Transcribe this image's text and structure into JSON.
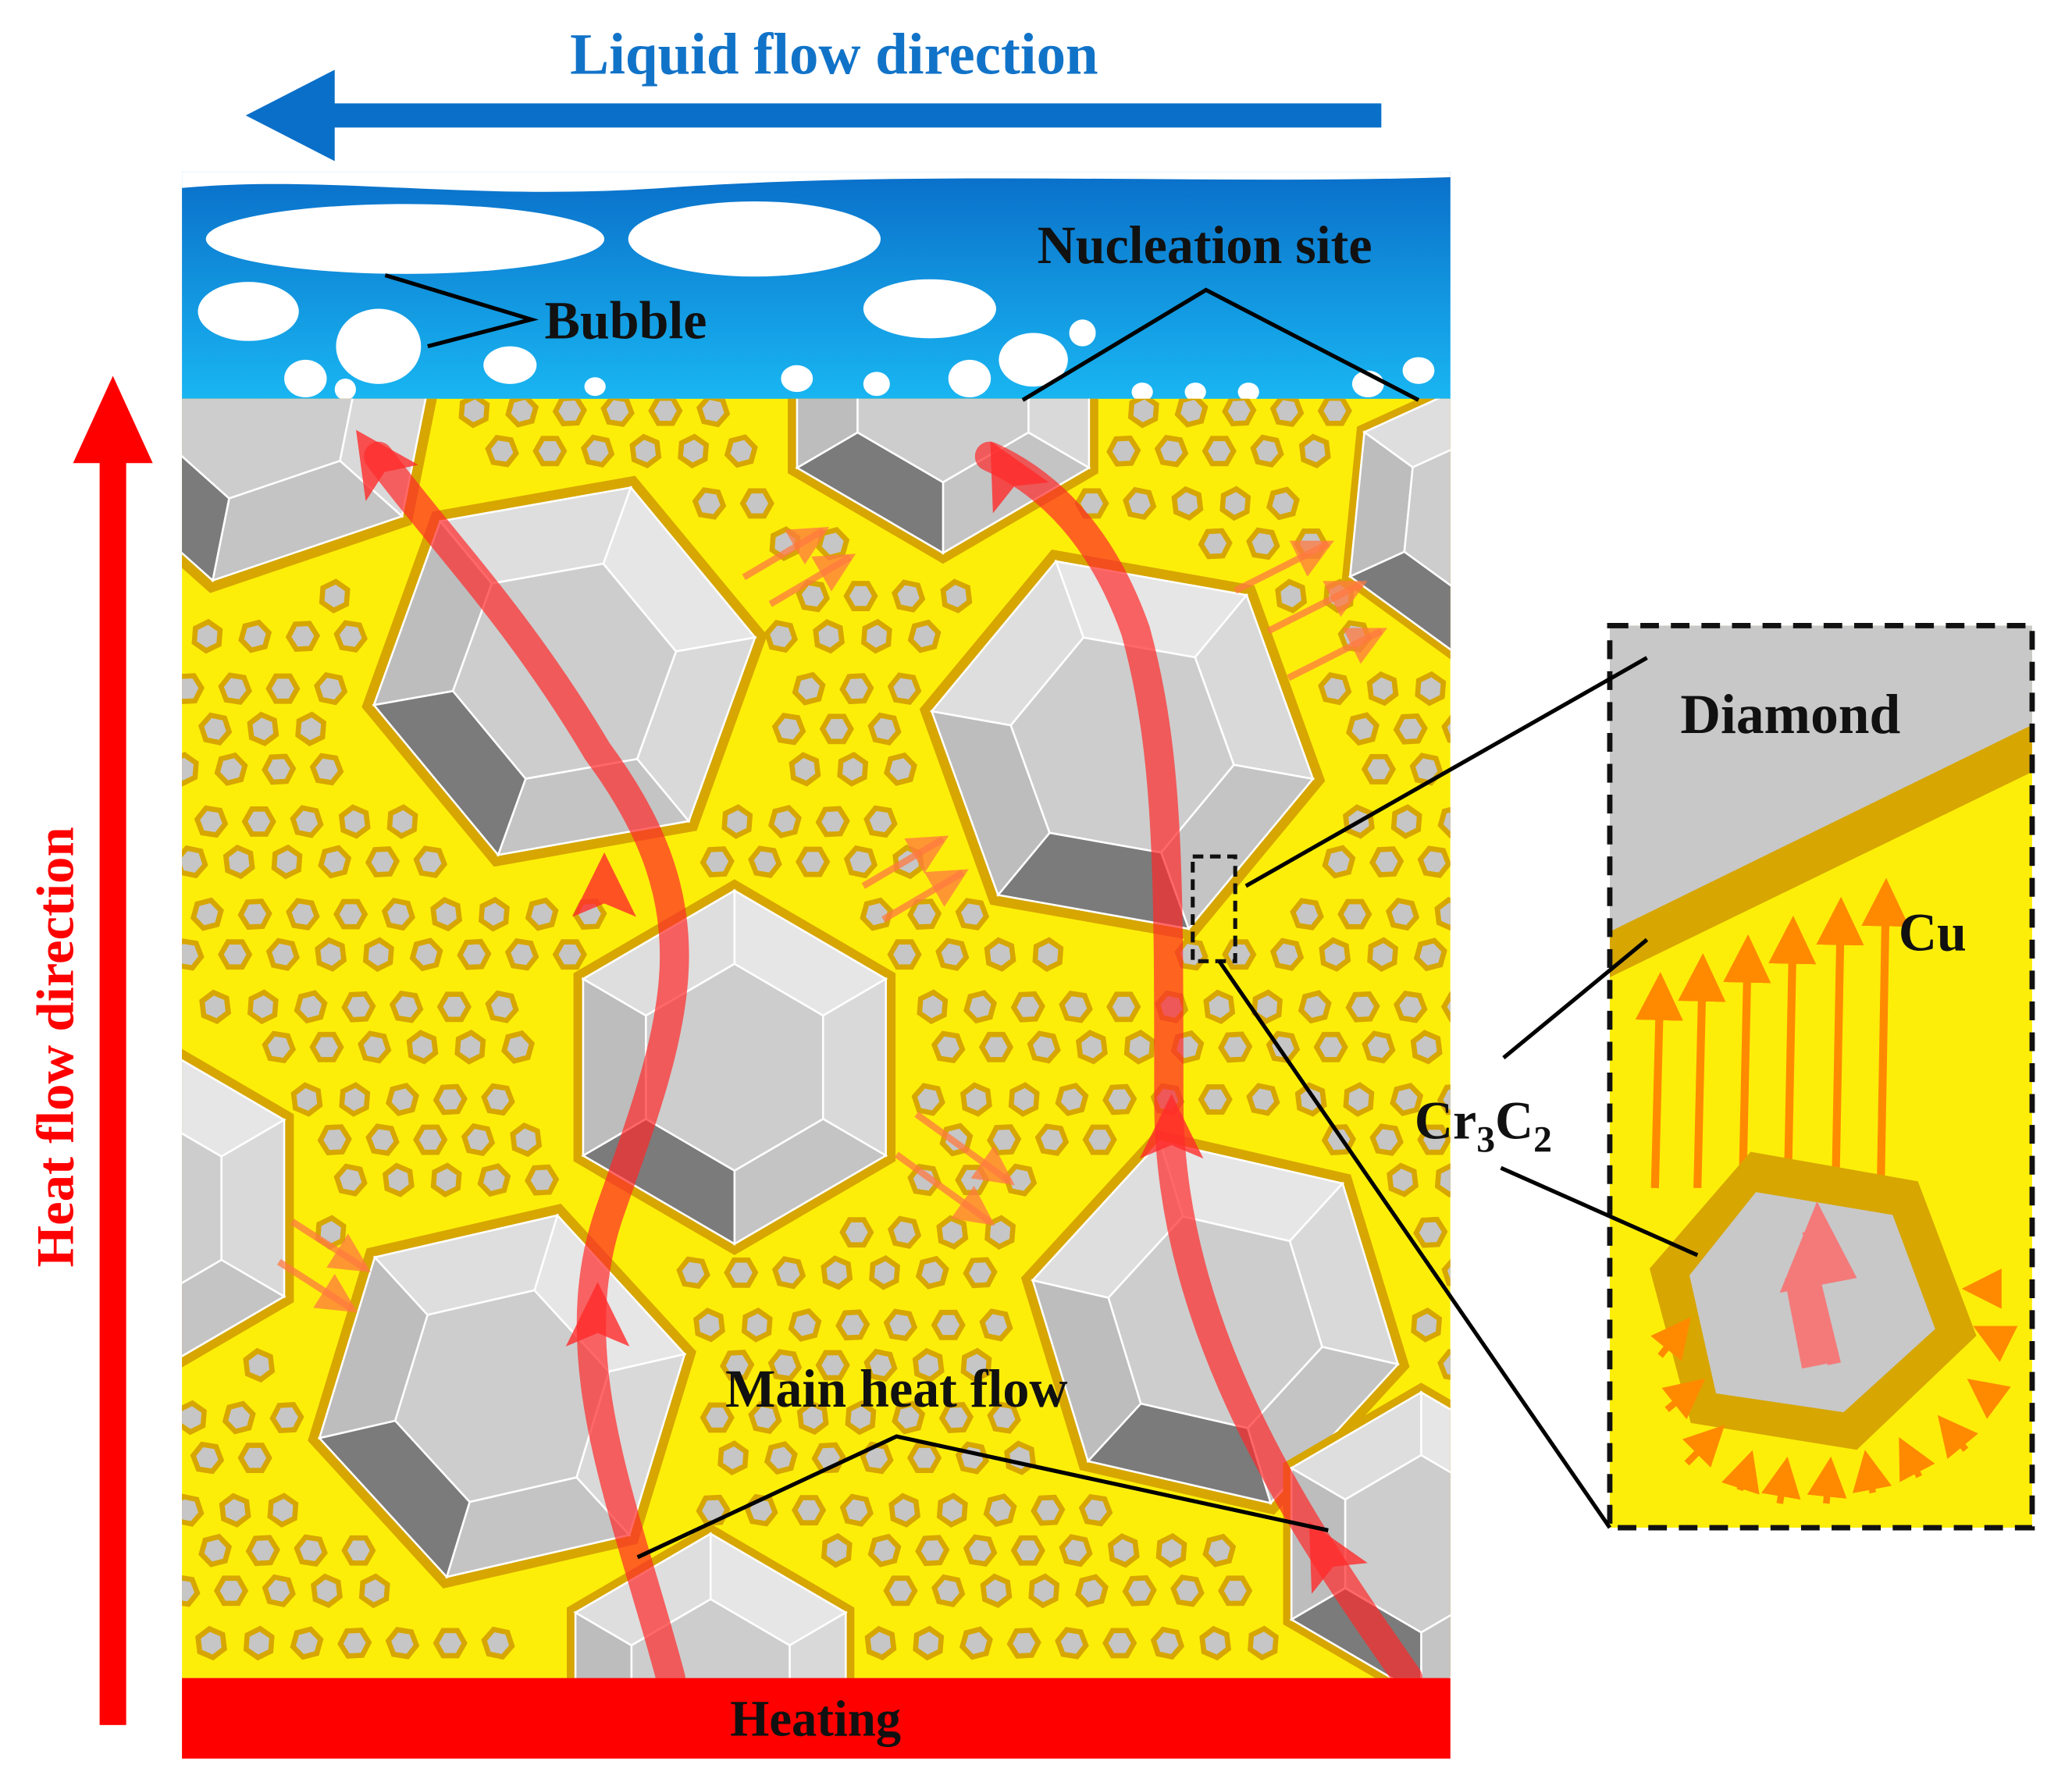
{
  "labels": {
    "liquid_flow": "Liquid flow direction",
    "nucleation_site": "Nucleation site",
    "bubble": "Bubble",
    "heat_flow": "Heat flow direction",
    "main_heat_flow": "Main heat flow",
    "heating": "Heating",
    "diamond": "Diamond",
    "cu": "Cu",
    "cr3c2_base_1": "Cr",
    "cr3c2_sub_1": "3",
    "cr3c2_base_2": "C",
    "cr3c2_sub_2": "2"
  },
  "colors": {
    "liquid_gradient_top": "#0a6fc9",
    "liquid_gradient_bottom": "#19b6f2",
    "liquid_flow_arrow": "#0a6fc9",
    "liquid_flow_text": "#1173c8",
    "copper_matrix": "#fcee09",
    "cr3c2_coating": "#d7a600",
    "diamond_light": "#e4e4e4",
    "diamond_mid": "#cfcfcf",
    "diamond_dark": "#7a7a7a",
    "heat_arrow": "#ff0000",
    "heating_bar": "#ff0000",
    "orange_arrows": "#ff8a00"
  },
  "icons": {
    "heat_flow_arrow": "up-arrow-icon",
    "liquid_flow_arrow": "left-arrow-icon"
  }
}
